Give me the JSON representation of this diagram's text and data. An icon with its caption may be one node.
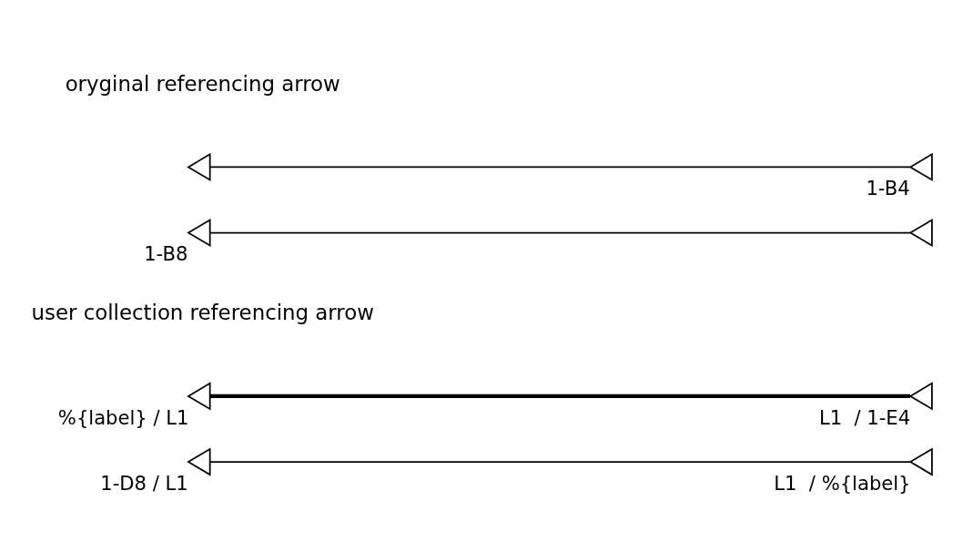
{
  "diagram": {
    "nodes": [
      {
        "text": [],
        "shape": "triangle"
      },
      {
        "text": [],
        "shape": "triangle",
        "beside": [
          "1-B4"
        ]
      },
      {
        "text": [],
        "shape": "triangle",
        "beside": [
          "1-B8"
        ]
      },
      {
        "text": [],
        "shape": "triangle"
      },
      {
        "text": [],
        "shape": "triangle",
        "beside": [
          "%{label} / L1"
        ]
      },
      {
        "text": [],
        "shape": "triangle",
        "beside": [
          "L1  / 1-E4"
        ]
      },
      {
        "text": [],
        "shape": "triangle",
        "beside": [
          "1-D8 / L1"
        ]
      },
      {
        "text": [],
        "shape": "triangle",
        "beside": [
          "L1  / %{label}"
        ]
      }
    ],
    "edges": [
      {
        "from": 0,
        "to": 1,
        "arrow": "none"
      },
      {
        "from": 2,
        "to": 3,
        "arrow": "none"
      },
      {
        "from": 4,
        "to": 5,
        "arrow": "none",
        "style": "thick"
      },
      {
        "from": 6,
        "to": 7,
        "arrow": "none"
      }
    ],
    "labels": [
      "oryginal referencing arrow",
      "user collection referencing arrow"
    ]
  }
}
